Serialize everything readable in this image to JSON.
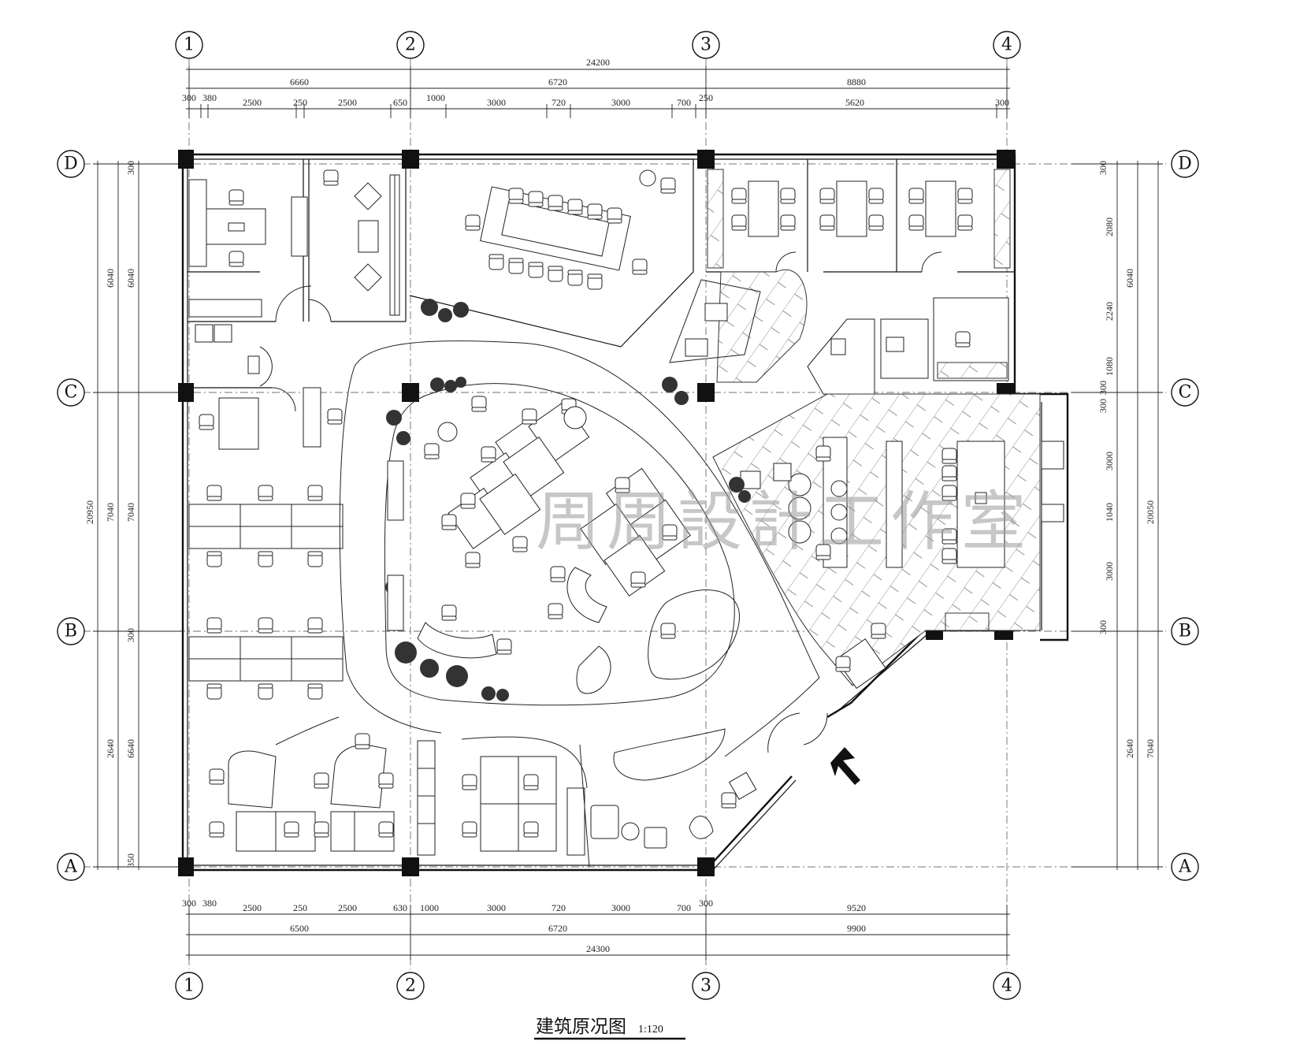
{
  "drawing": {
    "title": "建筑原况图",
    "scale": "1:120",
    "watermark": "周周設計工作室"
  },
  "axes": {
    "vertical": [
      "1",
      "2",
      "3",
      "4"
    ],
    "horizontal": [
      "D",
      "C",
      "B",
      "A"
    ]
  },
  "dims": {
    "top_total": "24200",
    "top_segments": [
      "6660",
      "6720",
      "8880"
    ],
    "top_details": [
      "300",
      "380",
      "2500",
      "250",
      "2500",
      "650",
      "1000",
      "3000",
      "720",
      "3000",
      "700",
      "250",
      "5620",
      "300"
    ],
    "bottom_details": [
      "300",
      "380",
      "2500",
      "250",
      "2500",
      "630",
      "1000",
      "3000",
      "720",
      "3000",
      "700",
      "300",
      "9520"
    ],
    "bottom_segments": [
      "6500",
      "6720",
      "9900"
    ],
    "bottom_total": "24300",
    "left_total": "20950",
    "left_segments": [
      "6040",
      "7040",
      "2640"
    ],
    "left_details": [
      "300",
      "6040",
      "7040",
      "300",
      "6640",
      "350"
    ],
    "right_total": "20050",
    "right_segments": [
      "6040",
      "2640",
      "7040"
    ],
    "right_details": [
      "300",
      "2080",
      "2240",
      "1080",
      "300",
      "300",
      "3000",
      "1040",
      "3000",
      "300"
    ]
  },
  "colors": {
    "ink": "#111111",
    "watermark": "#9a9a9a",
    "background": "#ffffff"
  }
}
